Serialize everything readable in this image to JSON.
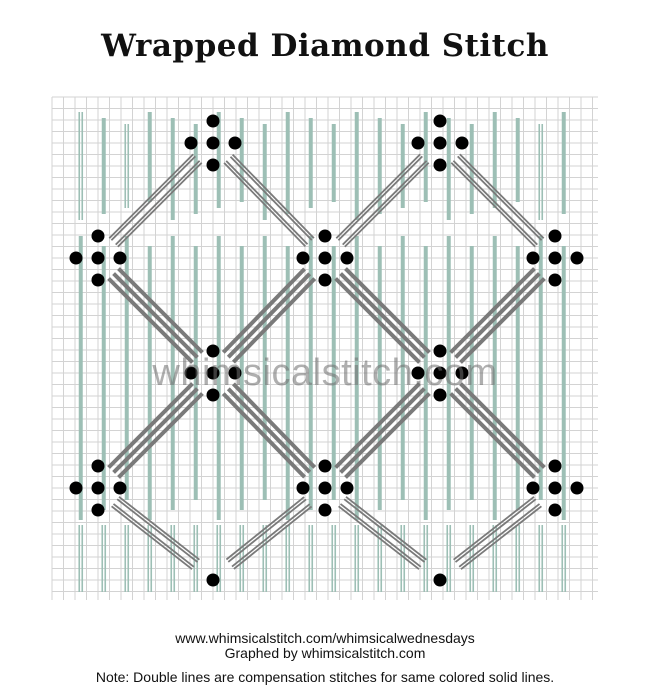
{
  "title": "Wrapped Diamond Stitch",
  "watermark": "whimsicalstitch.com",
  "footer": {
    "url": "www.whimsicalstitch.com/whimsicalwednesdays",
    "credit": "Graphed by whimsicalstitch.com",
    "note": "Note:  Double lines are compensation stitches for same colored solid lines."
  },
  "colors": {
    "grid": "#d3d3d3",
    "vertical_stitch": "#9dbfb5",
    "diagonal_stitch": "#7a7a7a",
    "dot": "#000000",
    "text": "#111111"
  }
}
